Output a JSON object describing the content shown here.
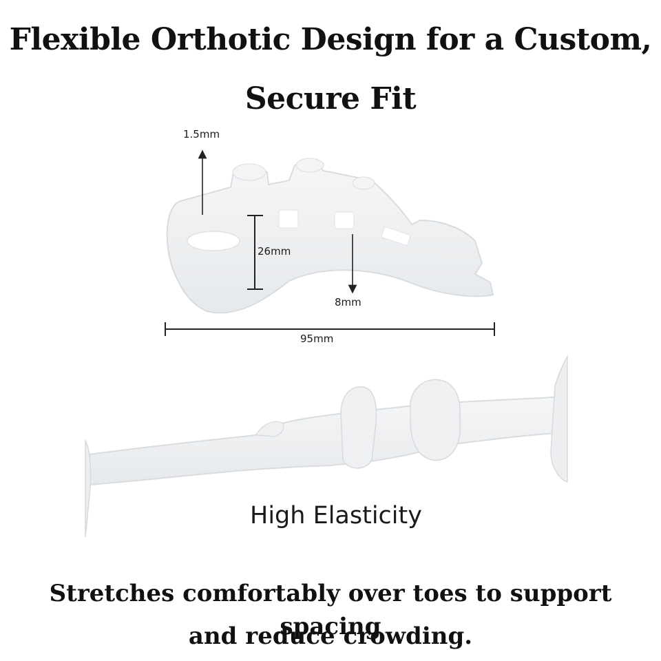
{
  "title": {
    "line1": "Flexible Orthotic Design for a Custom,",
    "line2": "Secure Fit"
  },
  "dimensions": {
    "thickness": "1.5mm",
    "height": "26mm",
    "depth": "8mm",
    "length": "95mm"
  },
  "caption": "High Elasticity",
  "footer": {
    "line1": "Stretches comfortably over toes to support spacing",
    "line2": "and reduce crowding."
  },
  "colors": {
    "background": "#ffffff",
    "text": "#111111",
    "silicone": "#eef0f2",
    "silicone_edge": "#d6dade"
  }
}
